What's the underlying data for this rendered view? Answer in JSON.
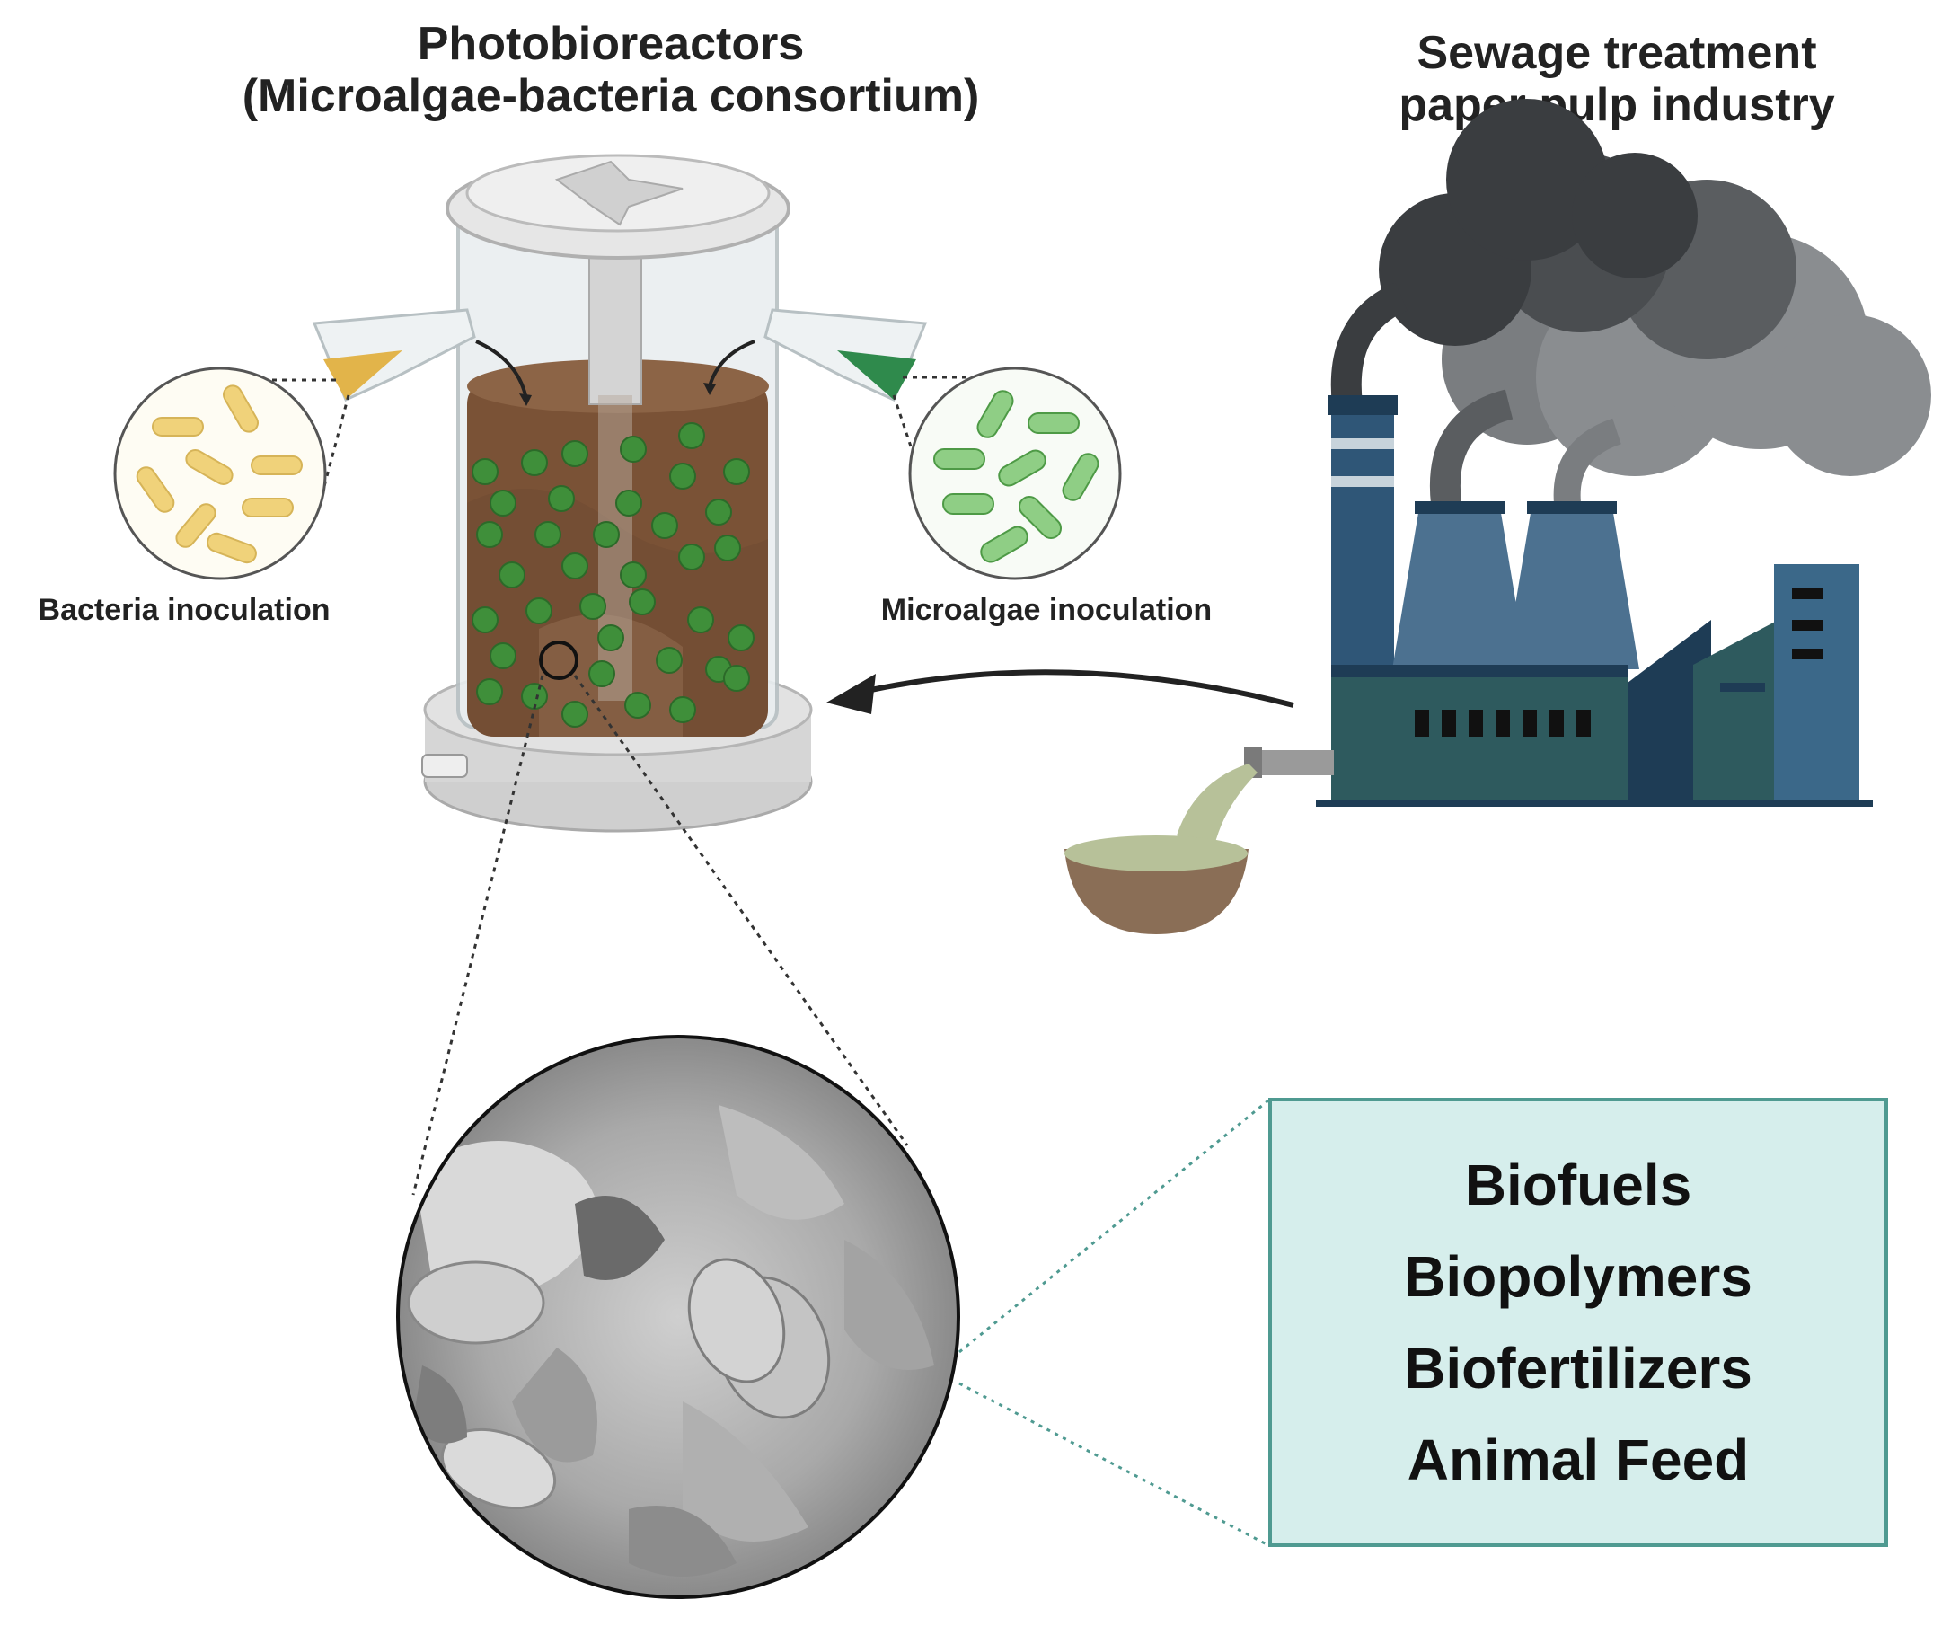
{
  "labels": {
    "photobioreactor_title_line1": "Photobioreactors",
    "photobioreactor_title_line2": "(Microalgae-bacteria consortium)",
    "industry_title_line1": "Sewage treatment",
    "industry_title_line2": "paper pulp industry",
    "bacteria_inoculation": "Bacteria inoculation",
    "microalgae_inoculation": "Microalgae inoculation"
  },
  "products": [
    "Biofuels",
    "Biopolymers",
    "Biofertilizers",
    "Animal Feed"
  ],
  "colors": {
    "reactor_liquid": "#7a5236",
    "microalgae_green": "#3f8f3a",
    "bacteria_yellow": "#f0d27a",
    "factory_blue": "#2f5677",
    "factory_teal": "#2e5a5e",
    "smoke_dark": "#3a3d40",
    "smoke_light": "#7a7d80",
    "products_box_fill": "#d6eeec",
    "products_box_border": "#4f9a91"
  },
  "icons": [
    "photobioreactor",
    "bacteria-flask",
    "microalgae-flask",
    "bacteria-zoom-circle",
    "microalgae-zoom-circle",
    "factory",
    "smoke-cloud",
    "wastewater-bowl",
    "flow-arrow",
    "sem-micrograph"
  ]
}
